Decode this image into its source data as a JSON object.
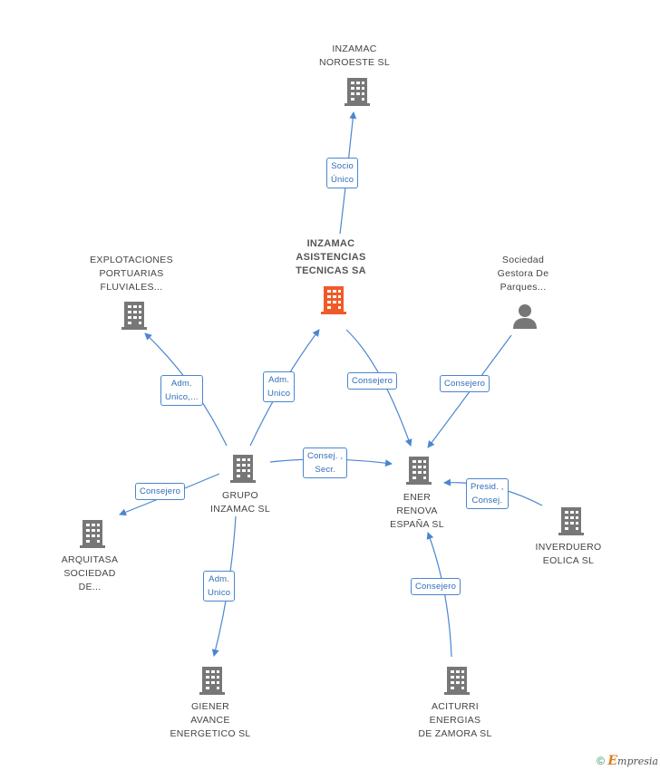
{
  "colors": {
    "edge": "#4a86d0",
    "building": "#777777",
    "building_main": "#f05a28",
    "person": "#777777"
  },
  "nodes": {
    "noroeste": {
      "lines": [
        "INZAMAC",
        "NOROESTE SL"
      ],
      "icon": "building-icon"
    },
    "asistencias": {
      "lines": [
        "INZAMAC",
        "ASISTENCIAS",
        "TECNICAS SA"
      ],
      "icon": "building-icon"
    },
    "explotaciones": {
      "lines": [
        "EXPLOTACIONES",
        "PORTUARIAS",
        "FLUVIALES..."
      ],
      "icon": "building-icon"
    },
    "sociedad": {
      "lines": [
        "Sociedad",
        "Gestora De",
        "Parques..."
      ],
      "icon": "person-icon"
    },
    "grupo": {
      "lines": [
        "GRUPO",
        "INZAMAC SL"
      ],
      "icon": "building-icon"
    },
    "ener": {
      "lines": [
        "ENER",
        "RENOVA",
        "ESPAÑA SL"
      ],
      "icon": "building-icon"
    },
    "arquitasa": {
      "lines": [
        "ARQUITASA",
        "SOCIEDAD",
        "DE..."
      ],
      "icon": "building-icon"
    },
    "inverduero": {
      "lines": [
        "INVERDUERO",
        "EOLICA SL"
      ],
      "icon": "building-icon"
    },
    "giener": {
      "lines": [
        "GIENER",
        "AVANCE",
        "ENERGETICO SL"
      ],
      "icon": "building-icon"
    },
    "aciturri": {
      "lines": [
        "ACITURRI",
        "ENERGIAS",
        "DE ZAMORA SL"
      ],
      "icon": "building-icon"
    }
  },
  "edges": {
    "socio_unico": [
      "Socio",
      "Único"
    ],
    "adm_unico_expl": [
      "Adm.",
      "Unico,..."
    ],
    "adm_unico_asist": [
      "Adm.",
      "Unico"
    ],
    "consejero_asist": [
      "Consejero"
    ],
    "consejero_soc": [
      "Consejero"
    ],
    "consej_secr": [
      "Consej. ,",
      "Secr."
    ],
    "consejero_arq": [
      "Consejero"
    ],
    "presid_consej": [
      "Presid. ,",
      "Consej."
    ],
    "adm_unico_giener": [
      "Adm.",
      "Unico"
    ],
    "consejero_aci": [
      "Consejero"
    ]
  },
  "footer": {
    "copyright": "©",
    "brand_initial": "E",
    "brand_rest": "mpresia"
  }
}
